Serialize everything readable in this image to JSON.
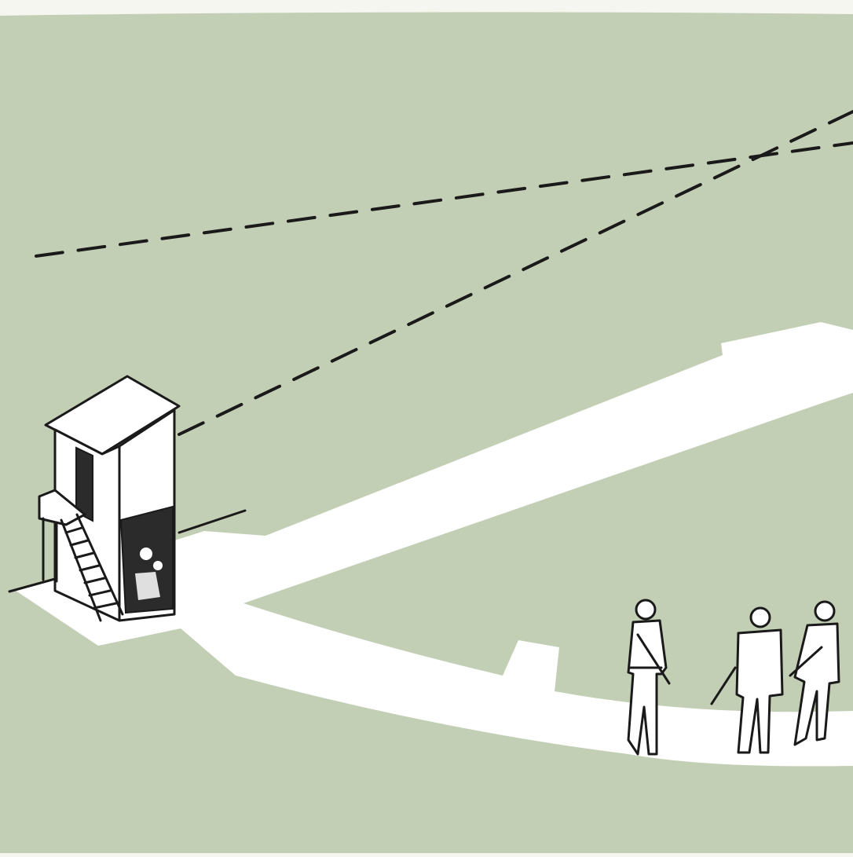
{
  "colors": {
    "paper": "#f6f6f1",
    "ground": "#c3cfb4",
    "path": "#ffffff",
    "ink": "#1a1a1a",
    "shade": "#2b2b2b"
  },
  "scene": {
    "subject": "hut-on-stilts-with-ladder",
    "figures": [
      "person-left",
      "person-middle",
      "person-right"
    ],
    "sightlines": [
      "sightline-upper",
      "sightline-lower"
    ]
  }
}
